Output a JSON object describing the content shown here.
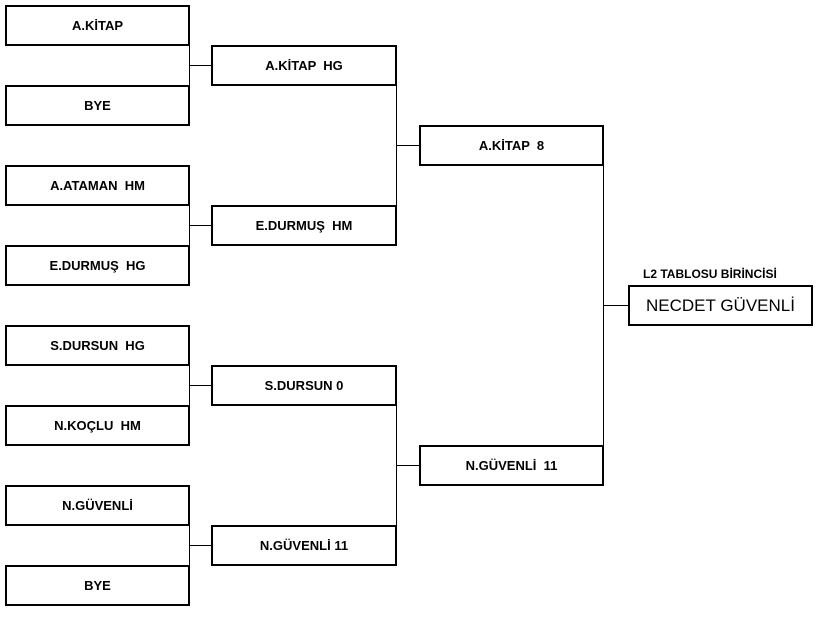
{
  "bracket": {
    "round1": [
      "A.KİTAP",
      "BYE",
      "A.ATAMAN  HM",
      "E.DURMUŞ  HG",
      "S.DURSUN  HG",
      "N.KOÇLU  HM",
      "N.GÜVENLİ",
      "BYE"
    ],
    "round2": [
      "A.KİTAP  HG",
      "E.DURMUŞ  HM",
      "S.DURSUN 0",
      "N.GÜVENLİ 11"
    ],
    "round3": [
      "A.KİTAP  8",
      "N.GÜVENLİ  11"
    ],
    "champion_caption": "L2 TABLOSU BİRİNCİSİ",
    "champion": "NECDET GÜVENLİ"
  }
}
